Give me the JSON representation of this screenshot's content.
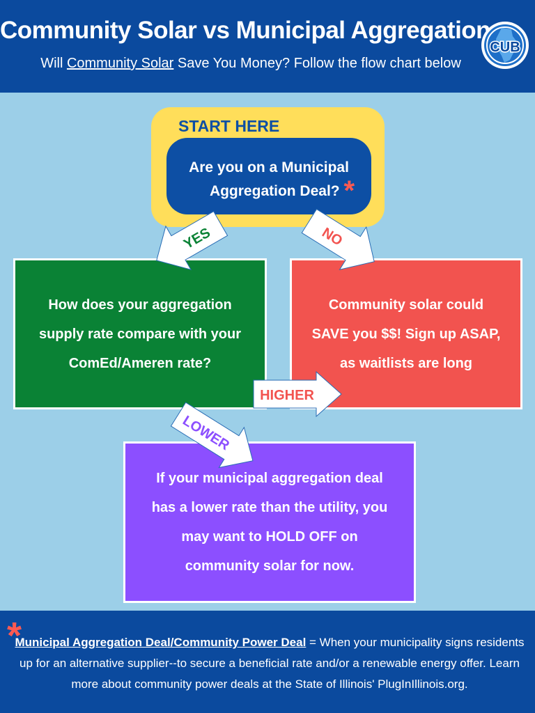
{
  "header": {
    "title": "Community Solar vs Municipal Aggregation",
    "subtitle_prefix": "Will ",
    "subtitle_link": "Community Solar",
    "subtitle_suffix": " Save You Money? Follow the flow chart below",
    "logo_text": "CUB"
  },
  "start": {
    "label": "START HERE",
    "question_line1": "Are you on a Municipal",
    "question_line2": "Aggregation Deal?",
    "asterisk": "*"
  },
  "arrows": {
    "yes": "YES",
    "no": "NO",
    "higher": "HIGHER",
    "lower": "LOWER"
  },
  "boxes": {
    "compare": "How does your aggregation\nsupply rate compare with your\nComEd/Ameren rate?",
    "save": "Community solar could\nSAVE you $$! Sign up ASAP,\nas waitlists are long",
    "hold": "If your municipal aggregation deal\nhas a lower rate than the utility, you\nmay want to HOLD OFF on\ncommunity solar for now."
  },
  "footer": {
    "asterisk": "*",
    "term": "Municipal Aggregation Deal/Community Power Deal",
    "definition": " = When your municipality signs residents up for an alternative supplier--to secure a beneficial rate and/or a renewable energy offer. Learn more about community power deals at the State of Illinois' PlugInIllinois.org."
  },
  "colors": {
    "navy": "#0b4a9e",
    "yellow": "#ffde5a",
    "green": "#0a8235",
    "red": "#f2534f",
    "purple": "#8c4fff",
    "background": "#9ccfe8"
  }
}
